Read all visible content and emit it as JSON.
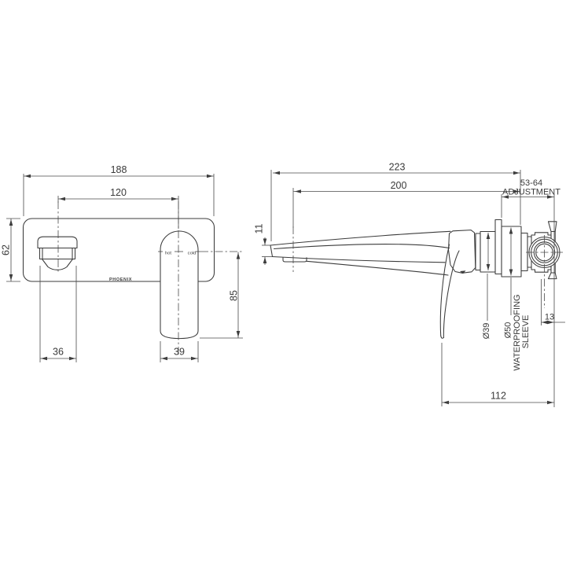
{
  "page": {
    "background": "#ffffff"
  },
  "drawing": {
    "line_color": "#3b3b3b",
    "dim_color": "#4a4a4a",
    "front_view": {
      "brand_label": "PHOENIX",
      "hot_label": "hot",
      "cold_label": "cold",
      "dims": {
        "overall_width": "188",
        "spout_to_handle_centers": "120",
        "backplate_height": "62",
        "handle_drop_below_center": "85",
        "spout_width": "36",
        "handle_width": "39"
      }
    },
    "side_view": {
      "dims": {
        "overall_projection": "223",
        "aerator_projection": "200",
        "adjustment_range": "53-64",
        "adjustment_label": "ADJUSTMENT",
        "spout_tip_height": "11",
        "trim_ring_diameter": "Ø39",
        "sleeve_diameter": "Ø50",
        "sleeve_label_line1": "WATERPROOFING",
        "sleeve_label_line2": "SLEEVE",
        "bracket_offset": "13",
        "handle_projection": "112"
      }
    }
  }
}
